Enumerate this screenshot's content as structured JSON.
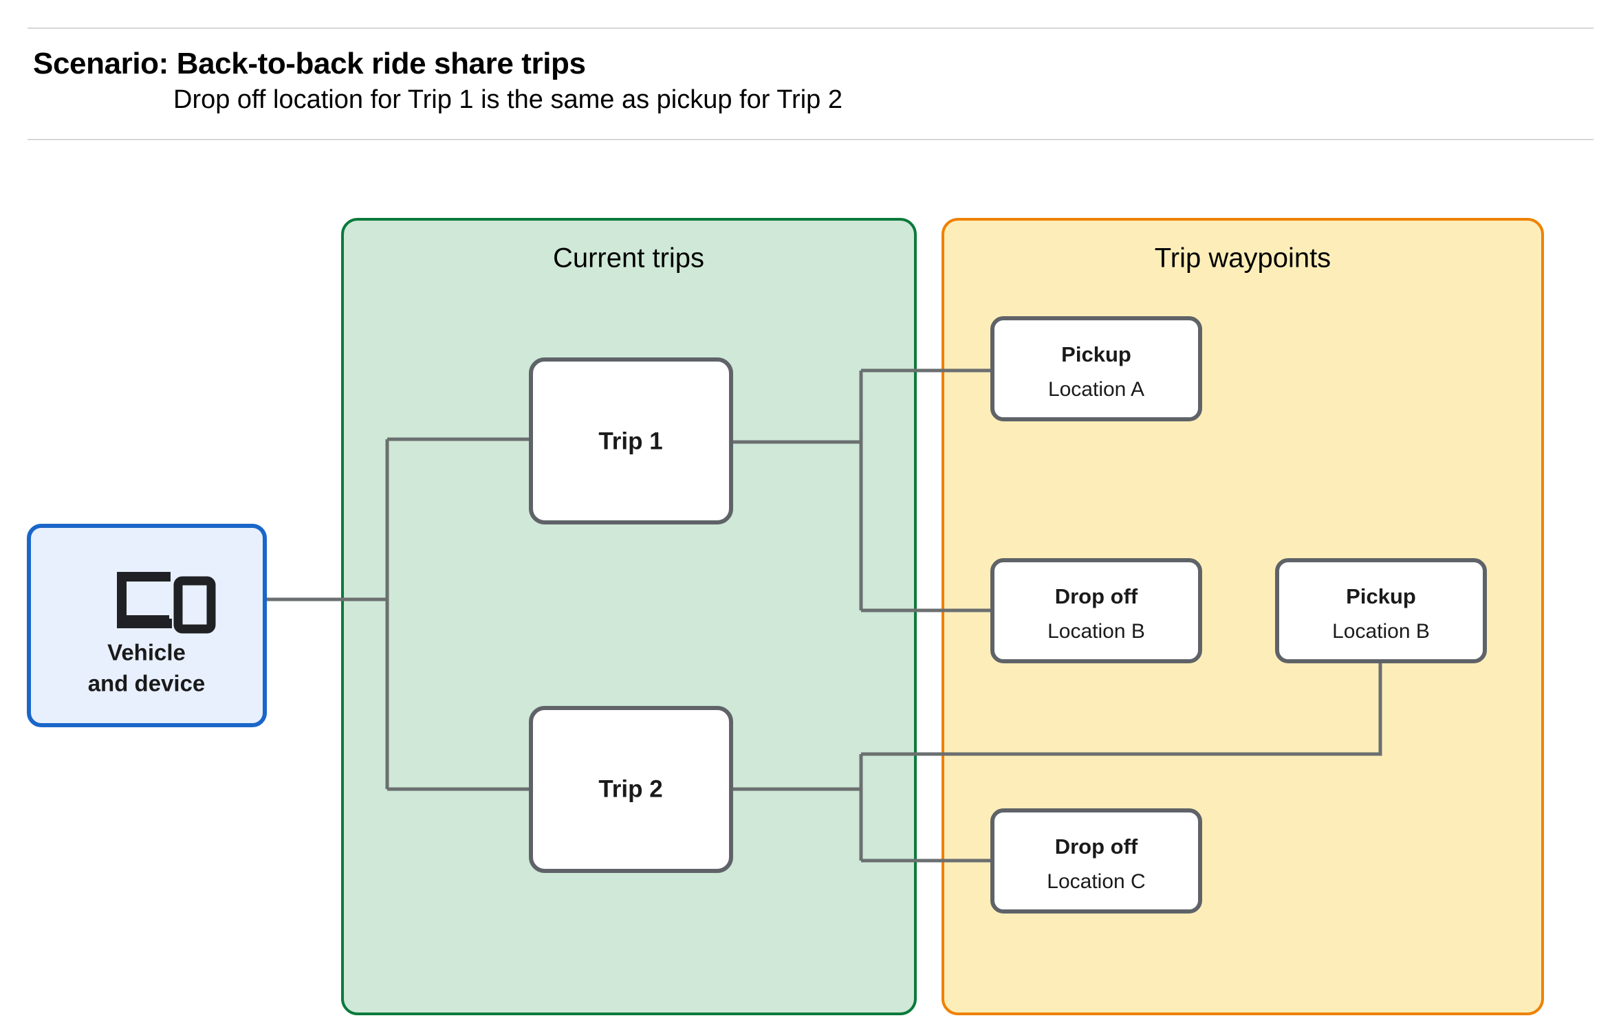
{
  "header": {
    "title": "Scenario: Back-to-back ride share trips",
    "subtitle": "Drop off  location for Trip 1 is the same as pickup for Trip 2"
  },
  "colors": {
    "vehicle_border": "#1a66c9",
    "vehicle_fill": "#e8f0fe",
    "current_trips_border": "#0b7a3b",
    "current_trips_fill": "#cfe8d7",
    "waypoints_border": "#ef8100",
    "waypoints_fill": "#fdeeb9",
    "node_border": "#5f6368",
    "node_fill": "#ffffff",
    "edge": "#6b6f70",
    "rule": "#d6d6d6"
  },
  "vehicle": {
    "icon": "devices-icon",
    "label_line1": "Vehicle",
    "label_line2": "and device"
  },
  "panels": {
    "current_trips": {
      "title": "Current trips",
      "trips": [
        {
          "label": "Trip 1"
        },
        {
          "label": "Trip 2"
        }
      ]
    },
    "trip_waypoints": {
      "title": "Trip waypoints",
      "waypoints": [
        {
          "type": "Pickup",
          "location": "Location A"
        },
        {
          "type": "Drop off",
          "location": "Location B"
        },
        {
          "type": "Pickup",
          "location": "Location B"
        },
        {
          "type": "Drop off",
          "location": "Location C"
        }
      ]
    }
  }
}
